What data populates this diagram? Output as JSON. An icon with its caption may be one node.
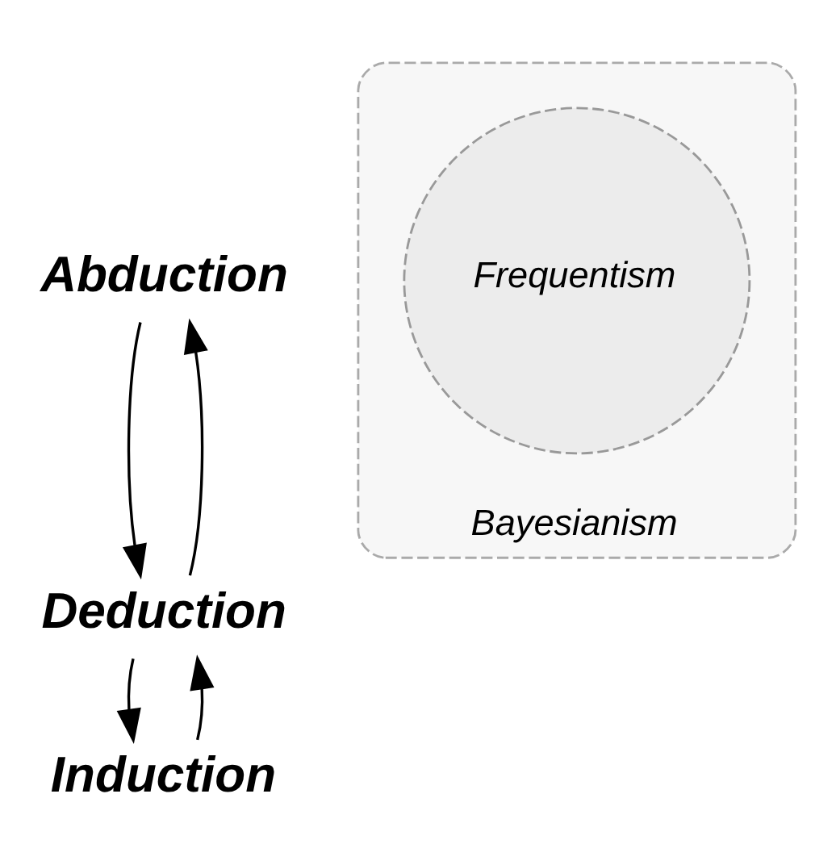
{
  "diagram": {
    "nodes": [
      {
        "text": [
          "Abduction"
        ]
      },
      {
        "text": [
          "Induction"
        ]
      },
      {
        "text": [
          "Bayesianism"
        ]
      },
      {
        "text": [
          "Frequentism"
        ],
        "in": 2
      },
      {
        "text": [
          "Deduction"
        ]
      }
    ],
    "edges": [
      {
        "from": 0,
        "to": 4,
        "arrow": "to"
      },
      {
        "from": 4,
        "to": 0,
        "arrow": "to"
      },
      {
        "from": 1,
        "to": 4,
        "arrow": "to"
      },
      {
        "from": 4,
        "to": 1,
        "arrow": "to"
      }
    ]
  }
}
